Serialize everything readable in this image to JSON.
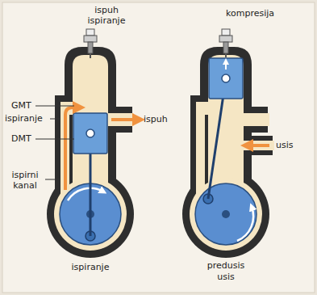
{
  "diagram": {
    "labels": [
      "ispuh",
      "ispiranje",
      "kompresija",
      "GMT",
      "ispiranje",
      "DMT",
      "ispirni kanal",
      "ispuh",
      "usis",
      "ispiranje",
      "predusis",
      "usis"
    ]
  }
}
